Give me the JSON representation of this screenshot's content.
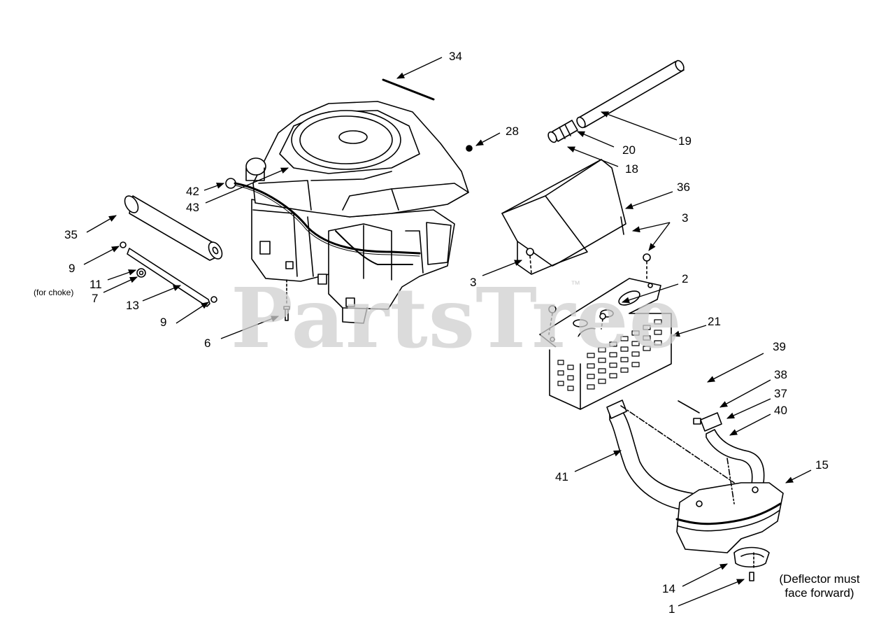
{
  "watermark": {
    "text": "PartsTree",
    "tm": "™"
  },
  "notes": {
    "for_choke": "(for choke)",
    "deflector_line1": "(Deflector must",
    "deflector_line2": "face forward)"
  },
  "callouts": [
    {
      "id": "34",
      "text": "34"
    },
    {
      "id": "28",
      "text": "28"
    },
    {
      "id": "20",
      "text": "20"
    },
    {
      "id": "19",
      "text": "19"
    },
    {
      "id": "18",
      "text": "18"
    },
    {
      "id": "36",
      "text": "36"
    },
    {
      "id": "3a",
      "text": "3"
    },
    {
      "id": "3b",
      "text": "3"
    },
    {
      "id": "2",
      "text": "2"
    },
    {
      "id": "21",
      "text": "21"
    },
    {
      "id": "42",
      "text": "42"
    },
    {
      "id": "43",
      "text": "43"
    },
    {
      "id": "35",
      "text": "35"
    },
    {
      "id": "9a",
      "text": "9"
    },
    {
      "id": "11",
      "text": "11"
    },
    {
      "id": "7",
      "text": "7"
    },
    {
      "id": "13",
      "text": "13"
    },
    {
      "id": "9b",
      "text": "9"
    },
    {
      "id": "6",
      "text": "6"
    },
    {
      "id": "39",
      "text": "39"
    },
    {
      "id": "38",
      "text": "38"
    },
    {
      "id": "37",
      "text": "37"
    },
    {
      "id": "40",
      "text": "40"
    },
    {
      "id": "41",
      "text": "41"
    },
    {
      "id": "15",
      "text": "15"
    },
    {
      "id": "14",
      "text": "14"
    },
    {
      "id": "1",
      "text": "1"
    }
  ]
}
